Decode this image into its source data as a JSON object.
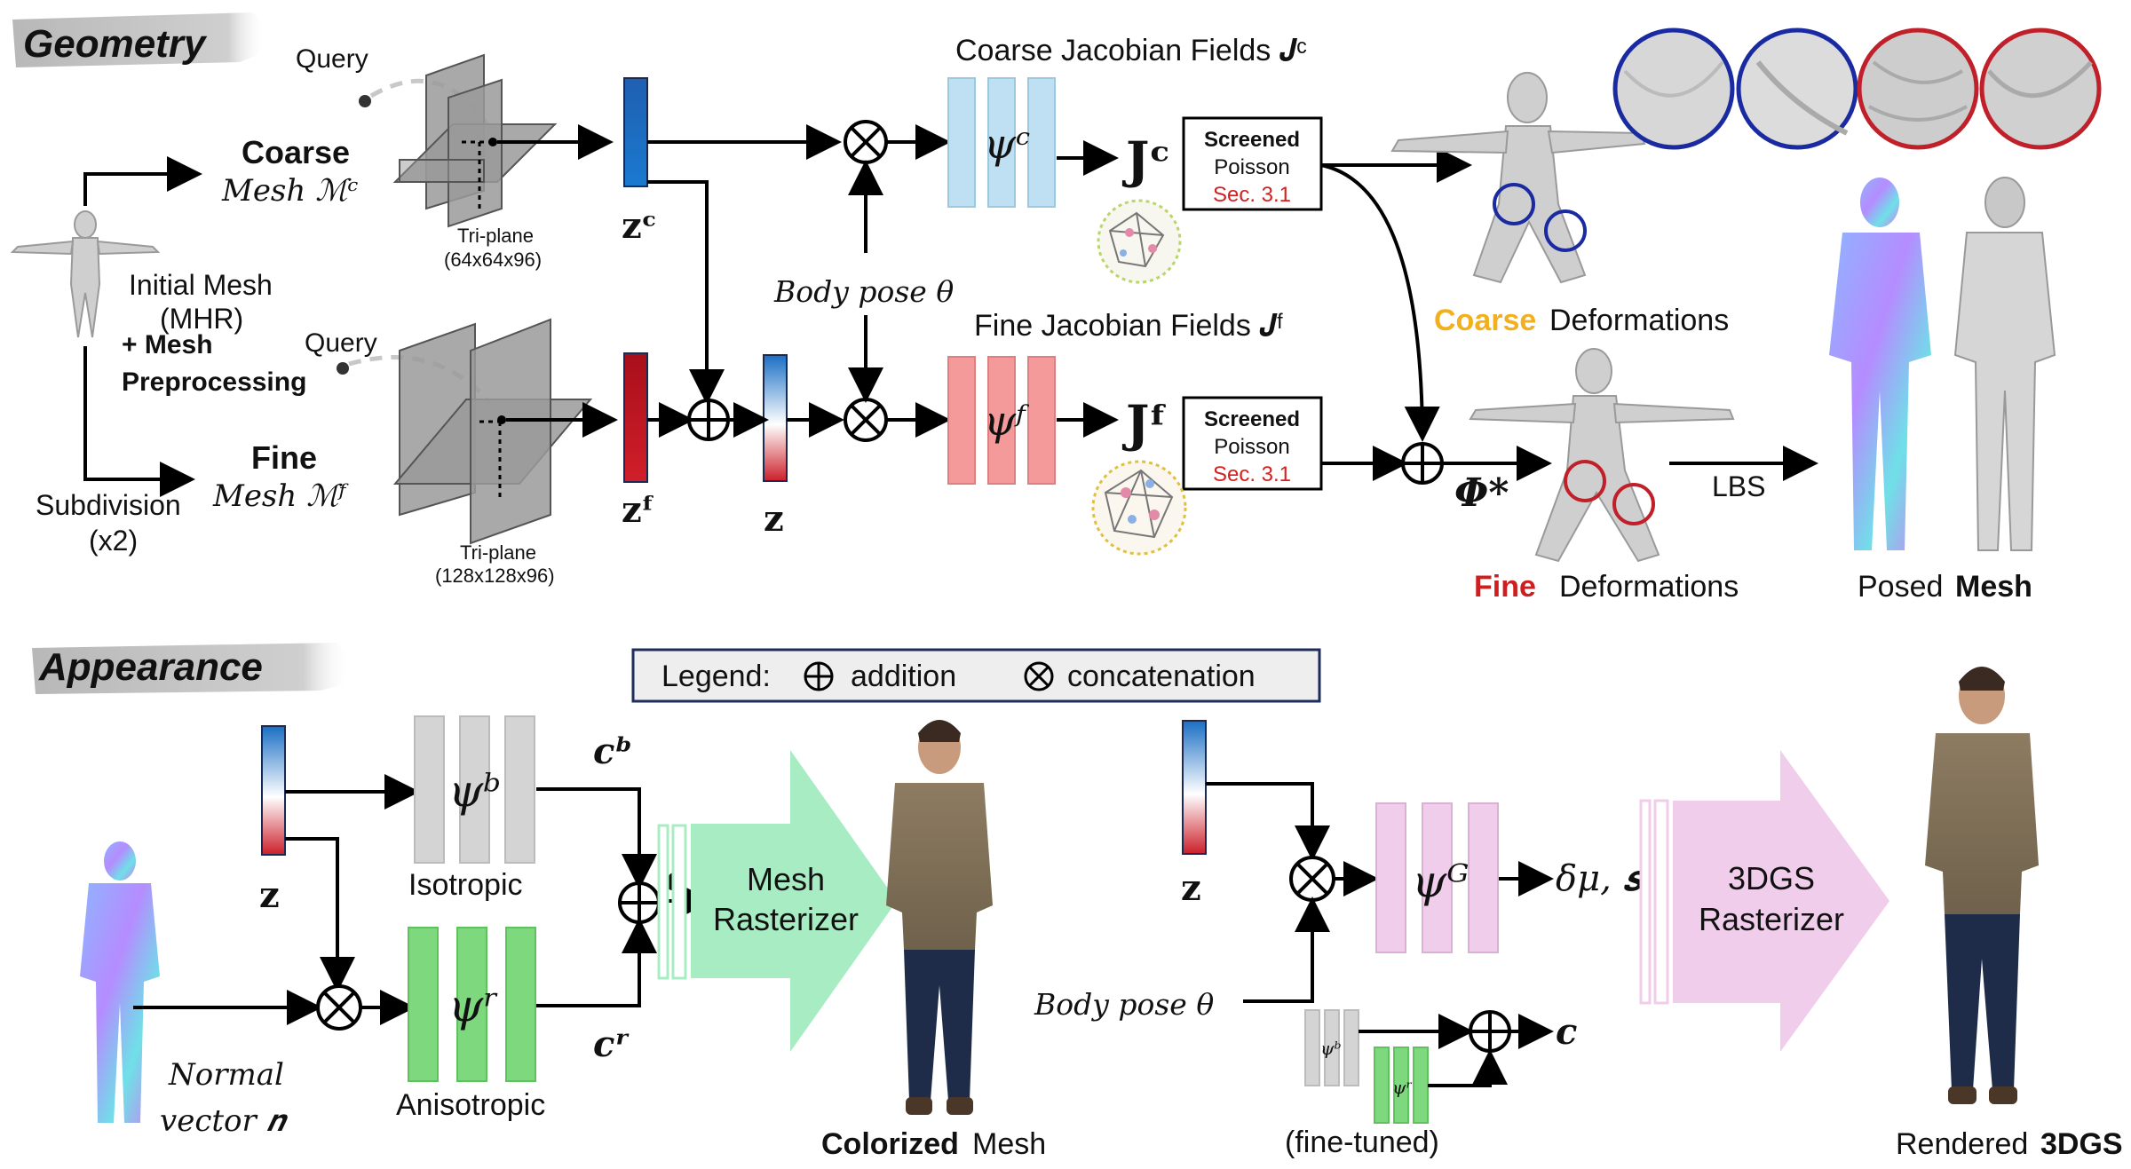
{
  "sections": {
    "geometry": "Geometry",
    "appearance": "Appearance"
  },
  "geometry": {
    "query_top": "Query",
    "query_bottom": "Query",
    "coarse_bold": "Coarse",
    "coarse_mesh": "Mesh ℳᶜ",
    "fine_bold": "Fine",
    "fine_mesh": "Mesh ℳᶠ",
    "initial_mesh": "Initial Mesh",
    "mhr": "(MHR)",
    "mesh_pre_1": "+ Mesh",
    "mesh_pre_2": "Preprocessing",
    "subdivision": "Subdivision",
    "subdivision_x": "(x2)",
    "triplane_coarse": "Tri-plane",
    "triplane_coarse_res": "(64x64x96)",
    "triplane_fine": "Tri-plane",
    "triplane_fine_res": "(128x128x96)",
    "zc": "zᶜ",
    "zf": "zᶠ",
    "z": "z",
    "body_pose": "Body pose θ",
    "coarse_jacobian": "Coarse Jacobian Fields 𝑱ᶜ",
    "fine_jacobian": "Fine Jacobian Fields 𝑱ᶠ",
    "psi_c": "ψᶜ",
    "psi_f": "ψᶠ",
    "Jc": "Jᶜ",
    "Jf": "Jᶠ",
    "screened_1": "Screened",
    "poisson_1": "Poisson",
    "sec_1": "Sec. 3.1",
    "screened_2": "Screened",
    "poisson_2": "Poisson",
    "sec_2": "Sec. 3.1",
    "phi_star": "Φ*",
    "lbs": "LBS",
    "coarse_def_color": "Coarse",
    "coarse_def": "Deformations",
    "fine_def_color": "Fine",
    "fine_def": "Deformations",
    "posed": "Posed",
    "posed_bold": "Mesh"
  },
  "legend": {
    "title": "Legend:",
    "addition": "addition",
    "concatenation": "concatenation"
  },
  "appearance": {
    "z_left": "z",
    "psi_b": "ψᵇ",
    "psi_r": "ψʳ",
    "isotropic": "Isotropic",
    "anisotropic": "Anisotropic",
    "cb": "cᵇ",
    "cr": "cʳ",
    "c": "c",
    "normal": "Normal",
    "vector": "vector 𝒏",
    "mesh_rast_1": "Mesh",
    "mesh_rast_2": "Rasterizer",
    "colorized_bold": "Colorized",
    "colorized": "Mesh",
    "z_right": "z",
    "body_pose": "Body pose θ",
    "psi_g": "ψᴳ",
    "small_psi_b": "ψᵇ",
    "small_psi_r": "ψʳ",
    "dmu_s": "δμ, 𝒔",
    "c_out": "c",
    "fine_tuned": "(fine-tuned)",
    "gs_rast_1": "3DGS",
    "gs_rast_2": "Rasterizer",
    "rendered": "Rendered",
    "rendered_bold": "3DGS"
  },
  "colors": {
    "coarse_orange": "#f2b01e",
    "fine_red": "#cc1f1f",
    "sec_red": "#d42020",
    "blue_circle": "#1a2aa0",
    "red_circle": "#c0202a",
    "coarse_mlp": "#bfe0f2",
    "fine_mlp": "#f59a9a",
    "iso_mlp": "#d4d4d4",
    "aniso_mlp": "#7ed87e",
    "gs_mlp": "#f0cdea",
    "mesh_arrow": "#a8ecc4",
    "gs_arrow": "#f0cdea",
    "legend_border": "#1f2d5a"
  }
}
